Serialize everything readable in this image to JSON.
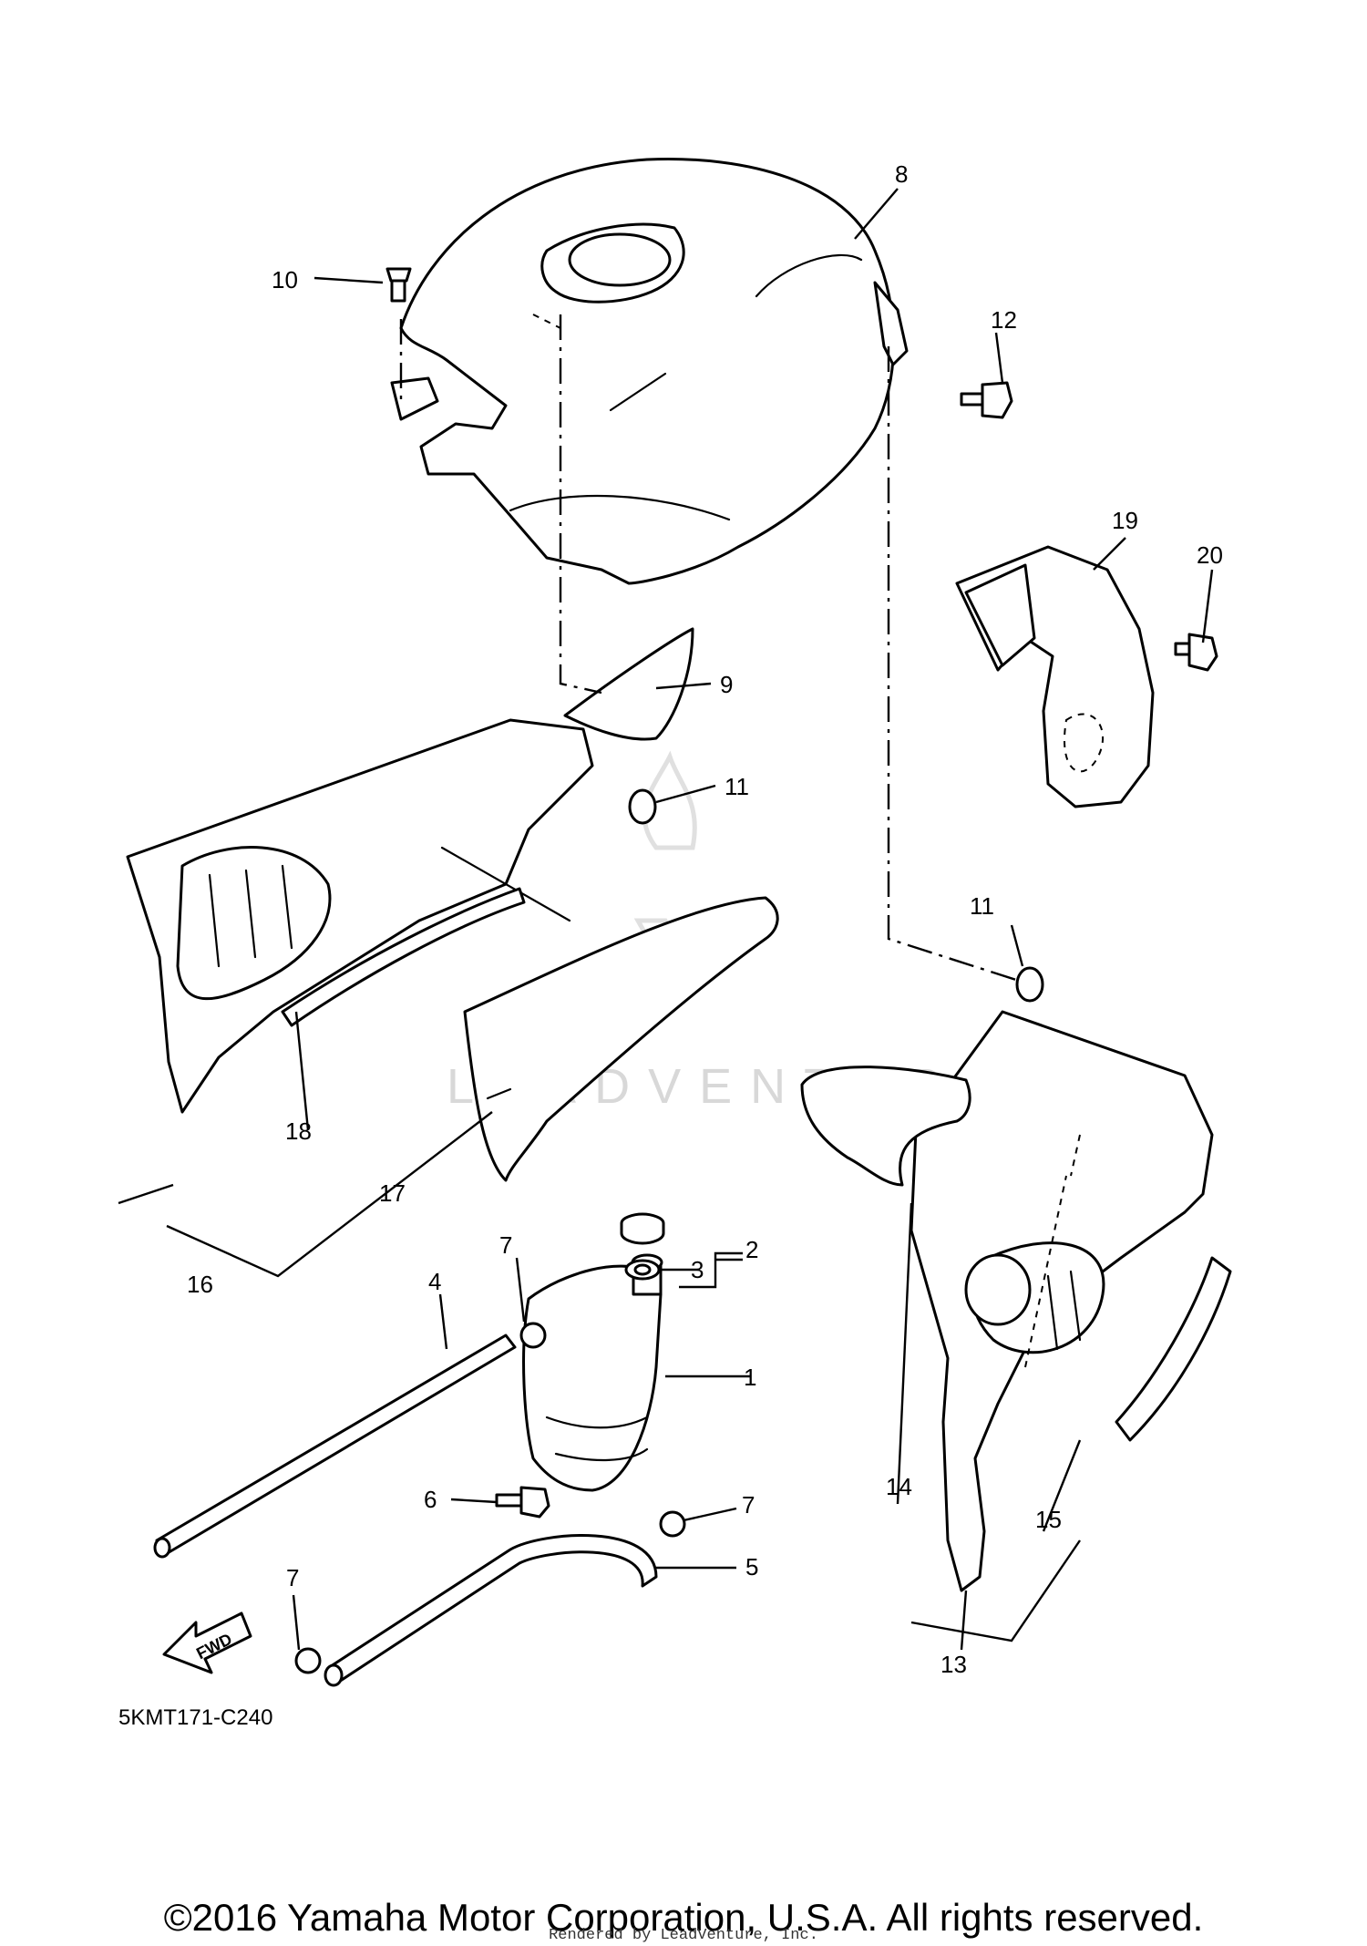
{
  "diagram_code": "5KMT171-C240",
  "copyright": "©2016 Yamaha Motor Corporation, U.S.A. All rights reserved.",
  "rendered_by": "Rendered by LeadVenture, Inc.",
  "watermark": "LEADVENTURE",
  "fwd_label": "FWD",
  "callouts": {
    "c1": "1",
    "c2": "2",
    "c3": "3",
    "c4": "4",
    "c5": "5",
    "c6": "6",
    "c7a": "7",
    "c7b": "7",
    "c7c": "7",
    "c8": "8",
    "c9": "9",
    "c10": "10",
    "c11a": "11",
    "c11b": "11",
    "c12": "12",
    "c13": "13",
    "c14": "14",
    "c15": "15",
    "c16": "16",
    "c17": "17",
    "c18": "18",
    "c19": "19",
    "c20": "20"
  }
}
